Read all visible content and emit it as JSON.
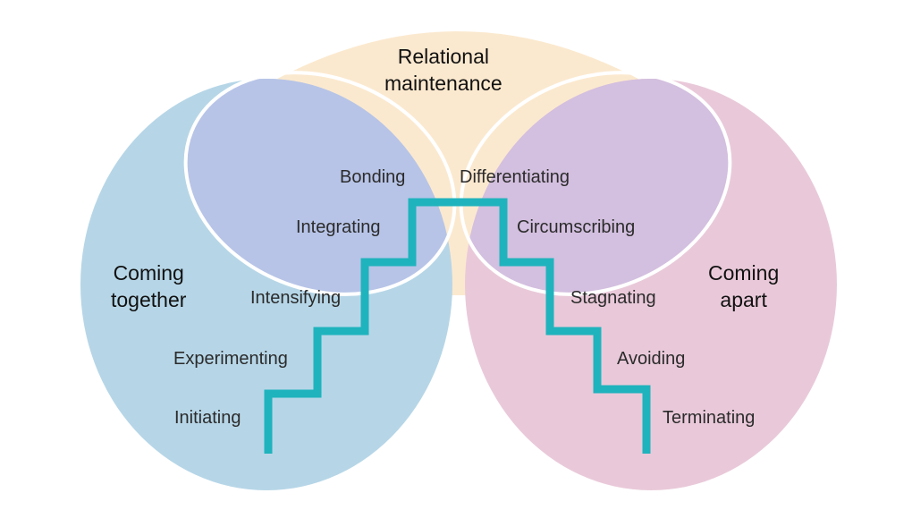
{
  "regions": {
    "top": {
      "lines": [
        "Relational",
        "maintenance"
      ],
      "color": "#fbe9cf"
    },
    "left": {
      "lines": [
        "Coming",
        "together"
      ],
      "color": "#b6d6e7"
    },
    "right": {
      "lines": [
        "Coming",
        "apart"
      ],
      "color": "#e9c9d9"
    },
    "left_overlap_color": "#b7c4e7",
    "right_overlap_color": "#d3bfdf"
  },
  "stair_color": "#1fb3bd",
  "stages_up": [
    "Initiating",
    "Experimenting",
    "Intensifying",
    "Integrating",
    "Bonding"
  ],
  "stages_down": [
    "Differentiating",
    "Circumscribing",
    "Stagnating",
    "Avoiding",
    "Terminating"
  ]
}
